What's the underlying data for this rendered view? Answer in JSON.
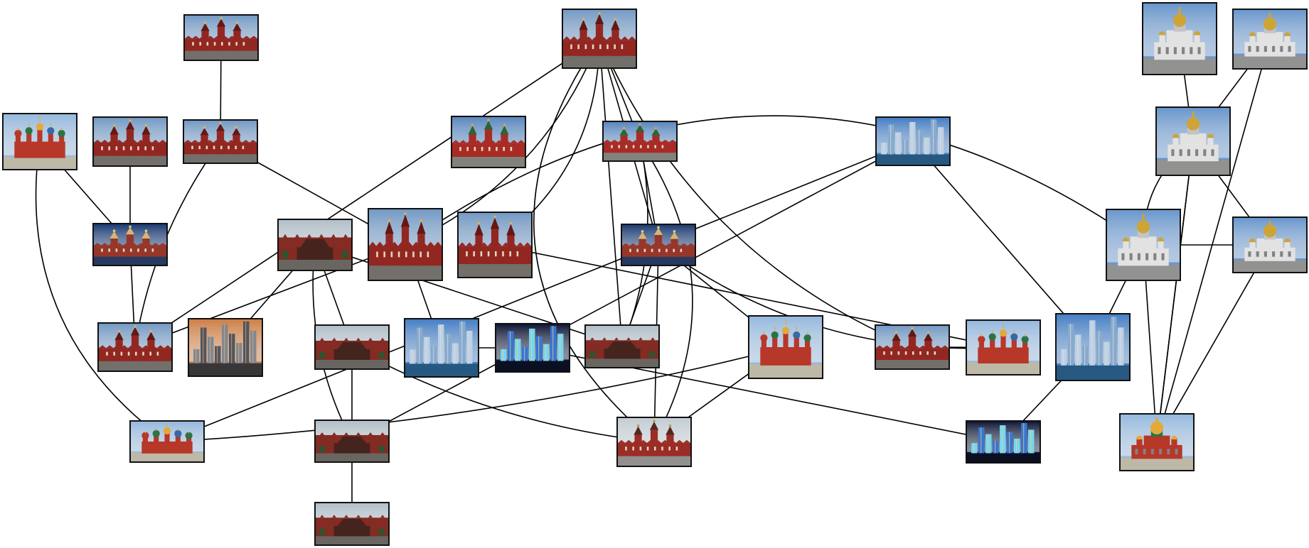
{
  "graph": {
    "themes": {
      "kremlin": {
        "sky": "#5f8fc9",
        "ground": "#8a8a84",
        "wall": "#b22f27",
        "roof": "#2f6b36",
        "gold": "#d7b24a"
      },
      "museum": {
        "sky": "#7aa2cf",
        "ground": "#7a7570",
        "wall": "#9a2a24",
        "roof": "#6b1914",
        "gold": "#e0c060"
      },
      "basil": {
        "sky": "#9ec3ea",
        "ground": "#c9c2b0",
        "wall": "#c13a2c",
        "roof": "#2e7a4a",
        "gold": "#f0b43a"
      },
      "citypark": {
        "sky": "#4a86cf",
        "ground": "#2a5d8a",
        "wall": "#8fb3d6",
        "roof": "#c9dcef",
        "gold": "#e8eef5"
      },
      "citynight": {
        "sky": "#111a3a",
        "ground": "#0c1024",
        "wall": "#3c7be0",
        "roof": "#7fe0ff",
        "gold": "#f4e47a"
      },
      "citydusk": {
        "sky": "#d9864a",
        "ground": "#3a3a3e",
        "wall": "#555a66",
        "roof": "#8a8f99",
        "gold": "#f0c070"
      },
      "mausoleum": {
        "sky": "#bcc9d4",
        "ground": "#6f6c68",
        "wall": "#8c2e25",
        "roof": "#4a2620",
        "gold": "#c6a060"
      },
      "cathedral": {
        "sky": "#6f9fd8",
        "ground": "#9a9a98",
        "wall": "#efefef",
        "roof": "#cfcfcf",
        "gold": "#d8ad3c"
      },
      "redsquare": {
        "sky": "#cfd8df",
        "ground": "#9a9896",
        "wall": "#a33027",
        "roof": "#5a2a25",
        "gold": "#cfa250"
      },
      "nightsq": {
        "sky": "#1e3f7a",
        "ground": "#2a3e66",
        "wall": "#a0392e",
        "roof": "#e0c080",
        "gold": "#f6d77a"
      }
    },
    "nodes": [
      {
        "id": "n1",
        "theme": "museum",
        "subject": "kremlin-towers"
      },
      {
        "id": "n2",
        "theme": "basil",
        "subject": "domes"
      },
      {
        "id": "n3",
        "theme": "museum",
        "subject": "kremlin-towers"
      },
      {
        "id": "n4",
        "theme": "museum",
        "subject": "kremlin-towers"
      },
      {
        "id": "n5",
        "theme": "nightsq",
        "subject": "kremlin-towers"
      },
      {
        "id": "n6",
        "theme": "museum",
        "subject": "kremlin-towers"
      },
      {
        "id": "n7",
        "theme": "citydusk",
        "subject": "skyscrapers"
      },
      {
        "id": "n8",
        "theme": "basil",
        "subject": "domes"
      },
      {
        "id": "n9",
        "theme": "museum",
        "subject": "kremlin-towers"
      },
      {
        "id": "n10",
        "theme": "mausoleum",
        "subject": "mausoleum"
      },
      {
        "id": "n11",
        "theme": "mausoleum",
        "subject": "mausoleum"
      },
      {
        "id": "n12",
        "theme": "mausoleum",
        "subject": "mausoleum"
      },
      {
        "id": "n13",
        "theme": "mausoleum",
        "subject": "mausoleum"
      },
      {
        "id": "n14",
        "theme": "kremlin",
        "subject": "kremlin-towers"
      },
      {
        "id": "n15",
        "theme": "citypark",
        "subject": "skyscrapers"
      },
      {
        "id": "n16",
        "theme": "museum",
        "subject": "kremlin-towers"
      },
      {
        "id": "n17",
        "theme": "citynight",
        "subject": "skyscrapers"
      },
      {
        "id": "n18",
        "theme": "museum",
        "subject": "kremlin-towers"
      },
      {
        "id": "n19",
        "theme": "kremlin",
        "subject": "kremlin-towers"
      },
      {
        "id": "n20",
        "theme": "nightsq",
        "subject": "kremlin-towers"
      },
      {
        "id": "n21",
        "theme": "mausoleum",
        "subject": "mausoleum"
      },
      {
        "id": "n22",
        "theme": "basil",
        "subject": "domes"
      },
      {
        "id": "n23",
        "theme": "redsquare",
        "subject": "kremlin-towers"
      },
      {
        "id": "n24",
        "theme": "citypark",
        "subject": "skyscrapers"
      },
      {
        "id": "n25",
        "theme": "museum",
        "subject": "kremlin-towers"
      },
      {
        "id": "n26",
        "theme": "basil",
        "subject": "domes"
      },
      {
        "id": "n27",
        "theme": "citynight",
        "subject": "skyscrapers"
      },
      {
        "id": "n28",
        "theme": "citypark",
        "subject": "skyscrapers"
      },
      {
        "id": "n29",
        "theme": "cathedral",
        "subject": "cathedral"
      },
      {
        "id": "n30",
        "theme": "cathedral",
        "subject": "cathedral"
      },
      {
        "id": "n31",
        "theme": "cathedral",
        "subject": "cathedral"
      },
      {
        "id": "n32",
        "theme": "cathedral",
        "subject": "cathedral"
      },
      {
        "id": "n33",
        "theme": "cathedral",
        "subject": "cathedral"
      },
      {
        "id": "n34",
        "theme": "cathedral",
        "subject": "cathedral"
      },
      {
        "id": "n35",
        "theme": "basil",
        "subject": "cathedral"
      }
    ],
    "edges": [
      [
        "n1",
        "n4"
      ],
      [
        "n2",
        "n5"
      ],
      [
        "n2",
        "n8"
      ],
      [
        "n3",
        "n5"
      ],
      [
        "n4",
        "n6"
      ],
      [
        "n4",
        "n9"
      ],
      [
        "n5",
        "n6"
      ],
      [
        "n6",
        "n18"
      ],
      [
        "n6",
        "n9"
      ],
      [
        "n18",
        "n9"
      ],
      [
        "n18",
        "n16"
      ],
      [
        "n18",
        "n19"
      ],
      [
        "n18",
        "n20"
      ],
      [
        "n18",
        "n21"
      ],
      [
        "n18",
        "n25"
      ],
      [
        "n18",
        "n23"
      ],
      [
        "n15",
        "n9"
      ],
      [
        "n15",
        "n17"
      ],
      [
        "n16",
        "n26"
      ],
      [
        "n17",
        "n27"
      ],
      [
        "n19",
        "n20"
      ],
      [
        "n19",
        "n21"
      ],
      [
        "n19",
        "n23"
      ],
      [
        "n20",
        "n21"
      ],
      [
        "n20",
        "n22"
      ],
      [
        "n20",
        "n23"
      ],
      [
        "n20",
        "n26"
      ],
      [
        "n10",
        "n7"
      ],
      [
        "n10",
        "n11"
      ],
      [
        "n10",
        "n12"
      ],
      [
        "n10",
        "n21"
      ],
      [
        "n11",
        "n12"
      ],
      [
        "n11",
        "n23"
      ],
      [
        "n12",
        "n13"
      ],
      [
        "n22",
        "n23"
      ],
      [
        "n22",
        "n8"
      ],
      [
        "n24",
        "n8"
      ],
      [
        "n24",
        "n12"
      ],
      [
        "n24",
        "n28"
      ],
      [
        "n25",
        "n26"
      ],
      [
        "n9",
        "n32"
      ],
      [
        "n27",
        "n28"
      ],
      [
        "n28",
        "n32"
      ],
      [
        "n29",
        "n31"
      ],
      [
        "n30",
        "n31"
      ],
      [
        "n30",
        "n34"
      ],
      [
        "n31",
        "n32"
      ],
      [
        "n31",
        "n33"
      ],
      [
        "n31",
        "n34"
      ],
      [
        "n31",
        "n35"
      ],
      [
        "n33",
        "n32"
      ],
      [
        "n33",
        "n35"
      ],
      [
        "n32",
        "n35"
      ]
    ]
  }
}
